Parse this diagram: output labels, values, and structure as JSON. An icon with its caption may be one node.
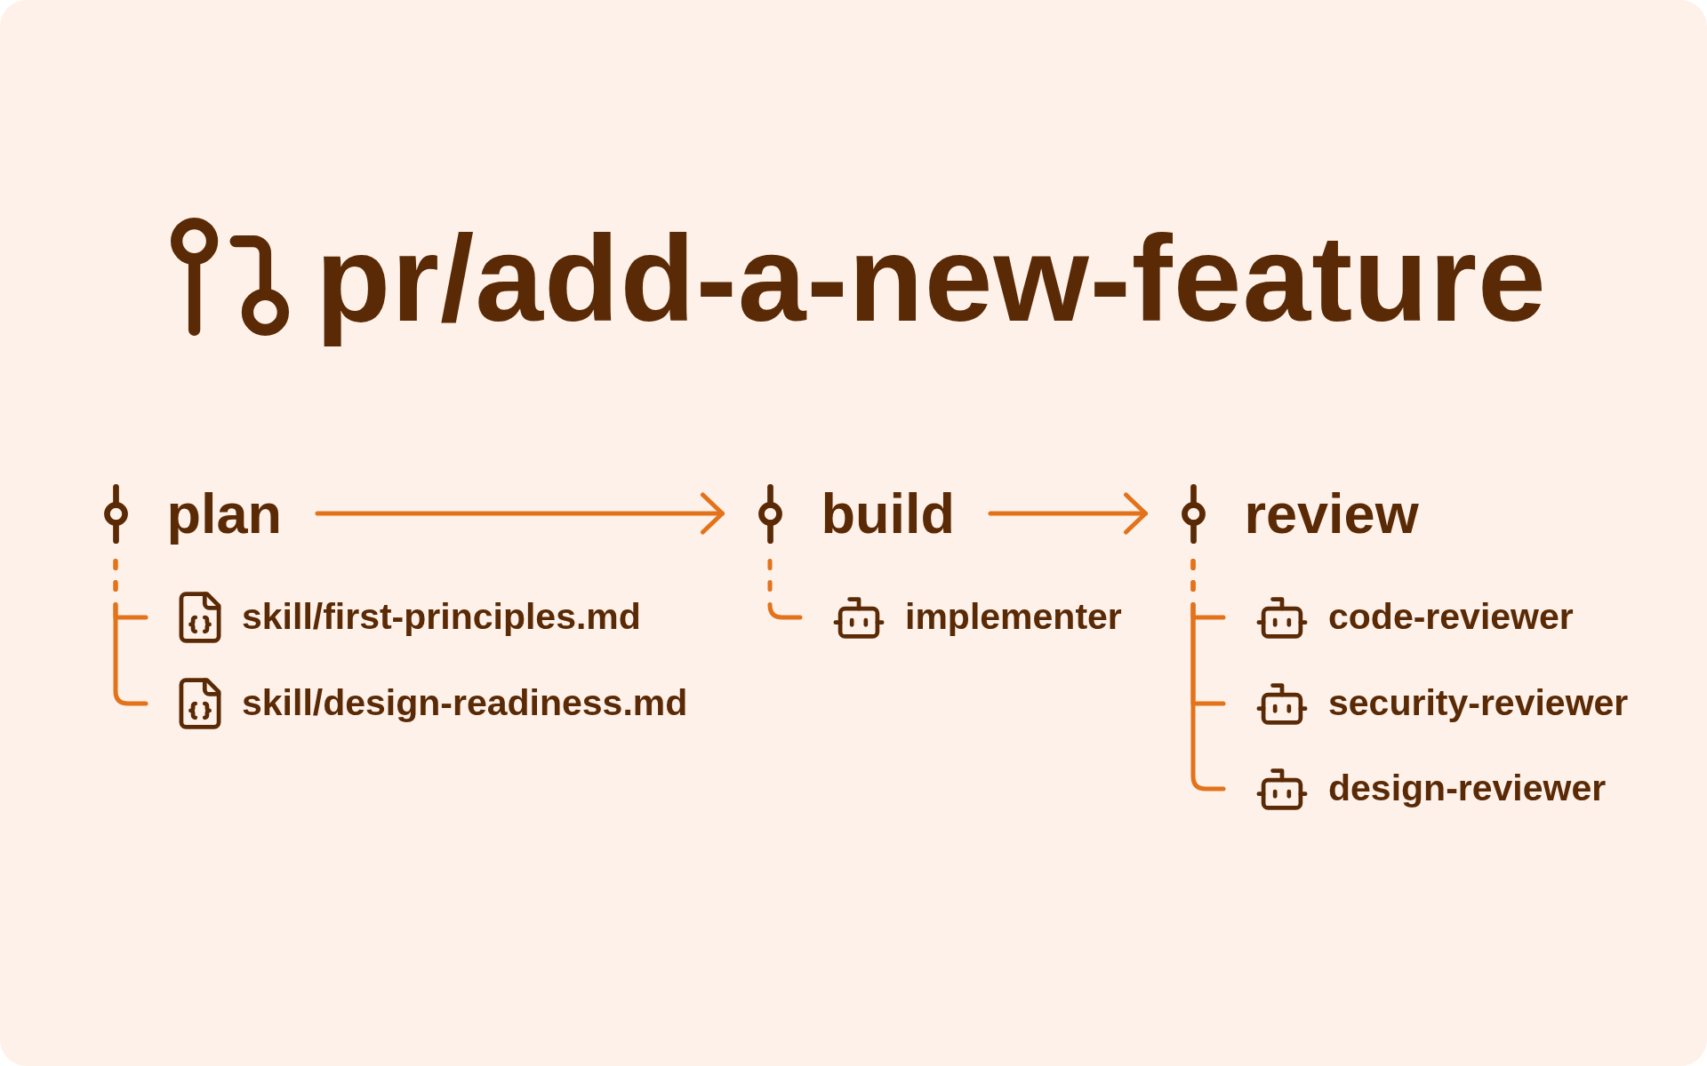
{
  "diagram": {
    "title": "pr/add-a-new-feature",
    "nodes": [
      {
        "text": [
          "plan"
        ]
      },
      {
        "text": [
          "skill/first-principles.md"
        ]
      },
      {
        "text": [
          "skill/design-readiness.md"
        ]
      },
      {
        "text": [
          "build"
        ]
      },
      {
        "text": [
          "implementer"
        ]
      },
      {
        "text": [
          "review"
        ]
      },
      {
        "text": [
          "code-reviewer"
        ]
      },
      {
        "text": [
          "security-reviewer"
        ]
      },
      {
        "text": [
          "design-reviewer"
        ]
      }
    ],
    "edges": [
      {
        "from": 0,
        "to": 3,
        "arrow": "to"
      },
      {
        "from": 3,
        "to": 5,
        "arrow": "to"
      },
      {
        "from": 0,
        "to": 1,
        "arrow": "none",
        "style": "dashed"
      },
      {
        "from": 0,
        "to": 2,
        "arrow": "none",
        "style": "dashed"
      },
      {
        "from": 3,
        "to": 4,
        "arrow": "none",
        "style": "dashed"
      },
      {
        "from": 5,
        "to": 6,
        "arrow": "none",
        "style": "dashed"
      },
      {
        "from": 5,
        "to": 7,
        "arrow": "none",
        "style": "dashed"
      },
      {
        "from": 5,
        "to": 8,
        "arrow": "none",
        "style": "dashed"
      }
    ]
  }
}
